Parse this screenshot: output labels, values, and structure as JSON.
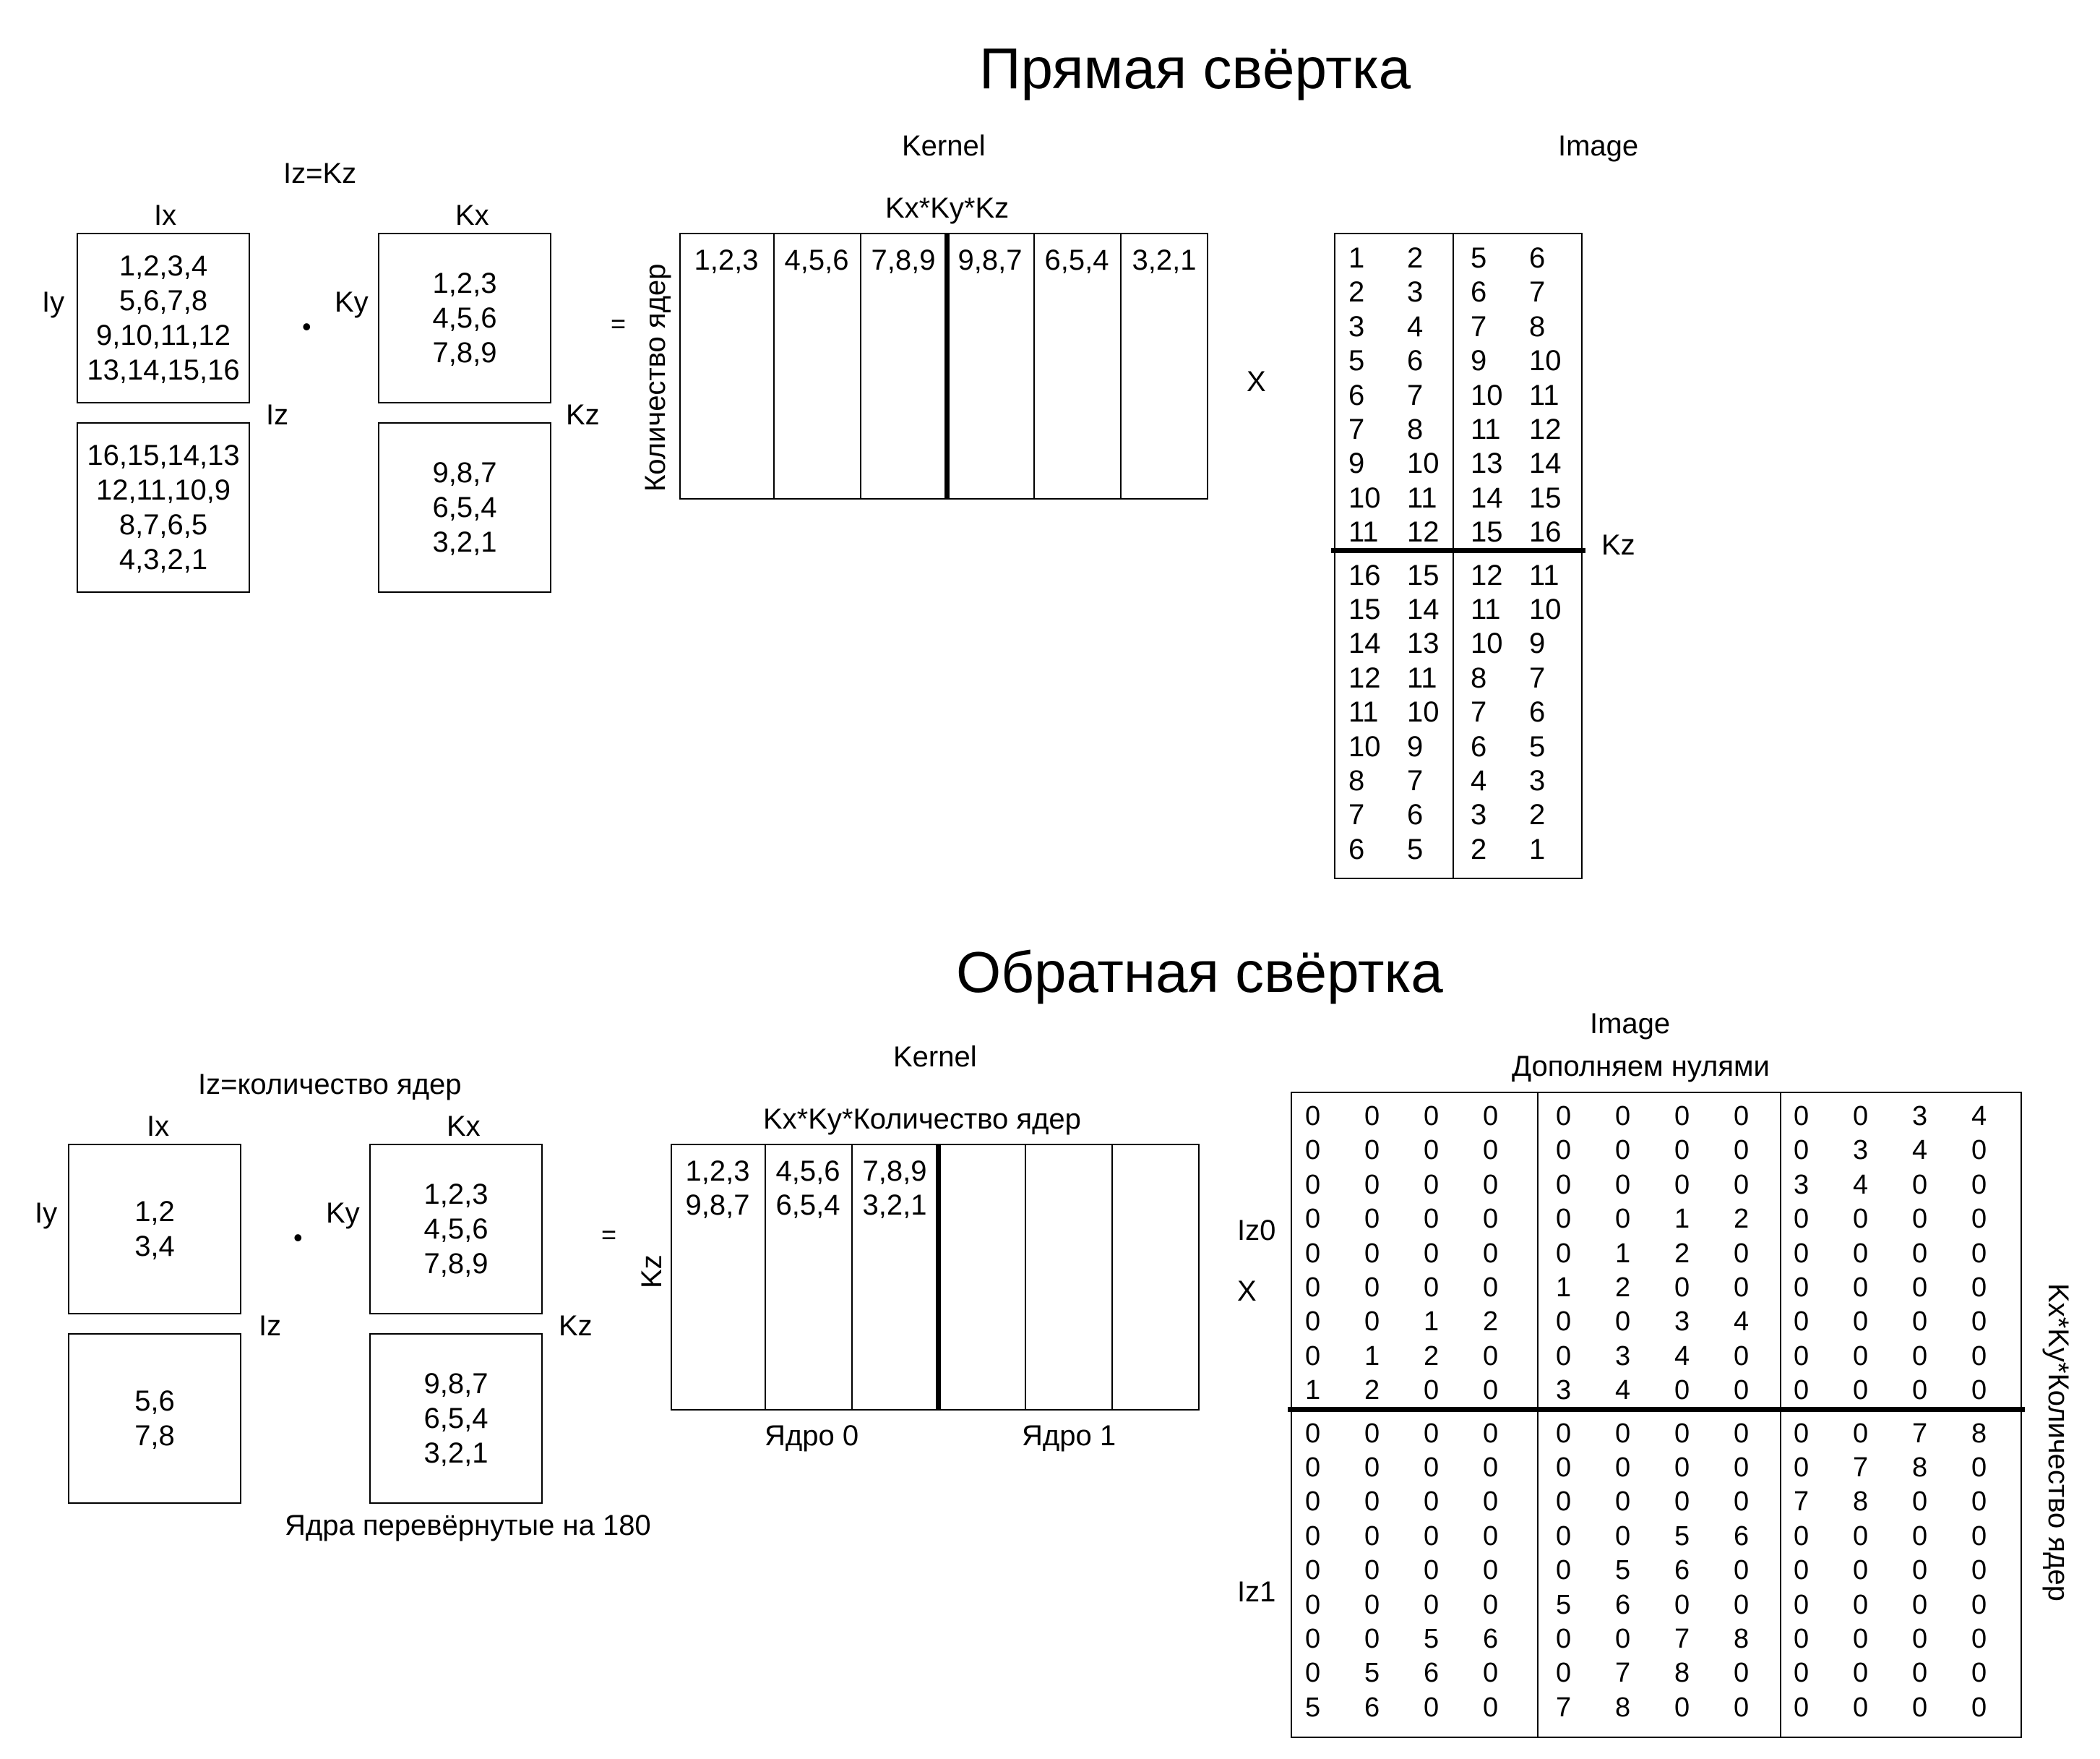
{
  "forward": {
    "title": "Прямая свёртка",
    "iz_eq": "Iz=Kz",
    "ix": "Ix",
    "iy": "Iy",
    "iz": "Iz",
    "kx": "Kx",
    "ky": "Ky",
    "kz": "Kz",
    "dot": "•",
    "equals": "=",
    "times": "X",
    "image_blocks": [
      [
        "1,2,3,4",
        "5,6,7,8",
        "9,10,11,12",
        "13,14,15,16"
      ],
      [
        "16,15,14,13",
        "12,11,10,9",
        "8,7,6,5",
        "4,3,2,1"
      ]
    ],
    "kernel_blocks": [
      [
        "1,2,3",
        "4,5,6",
        "7,8,9"
      ],
      [
        "9,8,7",
        "6,5,4",
        "3,2,1"
      ]
    ],
    "kernel_label": "Kernel",
    "kernel_dims": "Kx*Ky*Kz",
    "kernel_rows_label": "Количество ядер",
    "kernel_cells": [
      "1,2,3",
      "4,5,6",
      "7,8,9",
      "9,8,7",
      "6,5,4",
      "3,2,1"
    ],
    "image_label": "Image",
    "image_kz": "Kz",
    "image_matrix": [
      [
        "1",
        "2",
        "5",
        "6"
      ],
      [
        "2",
        "3",
        "6",
        "7"
      ],
      [
        "3",
        "4",
        "7",
        "8"
      ],
      [
        "5",
        "6",
        "9",
        "10"
      ],
      [
        "6",
        "7",
        "10",
        "11"
      ],
      [
        "7",
        "8",
        "11",
        "12"
      ],
      [
        "9",
        "10",
        "13",
        "14"
      ],
      [
        "10",
        "11",
        "14",
        "15"
      ],
      [
        "11",
        "12",
        "15",
        "16"
      ],
      [
        "16",
        "15",
        "12",
        "11"
      ],
      [
        "15",
        "14",
        "11",
        "10"
      ],
      [
        "14",
        "13",
        "10",
        "9"
      ],
      [
        "12",
        "11",
        "8",
        "7"
      ],
      [
        "11",
        "10",
        "7",
        "6"
      ],
      [
        "10",
        "9",
        "6",
        "5"
      ],
      [
        "8",
        "7",
        "4",
        "3"
      ],
      [
        "7",
        "6",
        "3",
        "2"
      ],
      [
        "6",
        "5",
        "2",
        "1"
      ]
    ]
  },
  "backward": {
    "title": "Обратная свёртка",
    "iz_eq": "Iz=количество ядер",
    "ix": "Ix",
    "iy": "Iy",
    "iz": "Iz",
    "kx": "Kx",
    "ky": "Ky",
    "kz": "Kz",
    "dot": "•",
    "equals": "=",
    "times": "X",
    "image_blocks": [
      [
        "1,2",
        "3,4"
      ],
      [
        "5,6",
        "7,8"
      ]
    ],
    "kernel_blocks": [
      [
        "1,2,3",
        "4,5,6",
        "7,8,9"
      ],
      [
        "9,8,7",
        "6,5,4",
        "3,2,1"
      ]
    ],
    "flipped_note": "Ядра перевёрнутые на 180",
    "kernel_label": "Kernel",
    "kernel_dims": "Kx*Ky*Количество ядер",
    "kernel_rows_label": "Kz",
    "kernel_cells": [
      [
        "1,2,3",
        "9,8,7"
      ],
      [
        "4,5,6",
        "6,5,4"
      ],
      [
        "7,8,9",
        "3,2,1"
      ],
      [],
      [],
      []
    ],
    "core0": "Ядро 0",
    "core1": "Ядро 1",
    "image_label": "Image",
    "padding_note": "Дополняем нулями",
    "iz0": "Iz0",
    "iz1": "Iz1",
    "side_label": "Kx*Ky*Количество ядер",
    "image_matrix": [
      [
        "0",
        "0",
        "0",
        "0",
        "0",
        "0",
        "0",
        "0",
        "0",
        "0",
        "3",
        "4"
      ],
      [
        "0",
        "0",
        "0",
        "0",
        "0",
        "0",
        "0",
        "0",
        "0",
        "3",
        "4",
        "0"
      ],
      [
        "0",
        "0",
        "0",
        "0",
        "0",
        "0",
        "0",
        "0",
        "3",
        "4",
        "0",
        "0"
      ],
      [
        "0",
        "0",
        "0",
        "0",
        "0",
        "0",
        "1",
        "2",
        "0",
        "0",
        "0",
        "0"
      ],
      [
        "0",
        "0",
        "0",
        "0",
        "0",
        "1",
        "2",
        "0",
        "0",
        "0",
        "0",
        "0"
      ],
      [
        "0",
        "0",
        "0",
        "0",
        "1",
        "2",
        "0",
        "0",
        "0",
        "0",
        "0",
        "0"
      ],
      [
        "0",
        "0",
        "1",
        "2",
        "0",
        "0",
        "3",
        "4",
        "0",
        "0",
        "0",
        "0"
      ],
      [
        "0",
        "1",
        "2",
        "0",
        "0",
        "3",
        "4",
        "0",
        "0",
        "0",
        "0",
        "0"
      ],
      [
        "1",
        "2",
        "0",
        "0",
        "3",
        "4",
        "0",
        "0",
        "0",
        "0",
        "0",
        "0"
      ],
      [
        "0",
        "0",
        "0",
        "0",
        "0",
        "0",
        "0",
        "0",
        "0",
        "0",
        "7",
        "8"
      ],
      [
        "0",
        "0",
        "0",
        "0",
        "0",
        "0",
        "0",
        "0",
        "0",
        "7",
        "8",
        "0"
      ],
      [
        "0",
        "0",
        "0",
        "0",
        "0",
        "0",
        "0",
        "0",
        "7",
        "8",
        "0",
        "0"
      ],
      [
        "0",
        "0",
        "0",
        "0",
        "0",
        "0",
        "5",
        "6",
        "0",
        "0",
        "0",
        "0"
      ],
      [
        "0",
        "0",
        "0",
        "0",
        "0",
        "5",
        "6",
        "0",
        "0",
        "0",
        "0",
        "0"
      ],
      [
        "0",
        "0",
        "0",
        "0",
        "5",
        "6",
        "0",
        "0",
        "0",
        "0",
        "0",
        "0"
      ],
      [
        "0",
        "0",
        "5",
        "6",
        "0",
        "0",
        "7",
        "8",
        "0",
        "0",
        "0",
        "0"
      ],
      [
        "0",
        "5",
        "6",
        "0",
        "0",
        "7",
        "8",
        "0",
        "0",
        "0",
        "0",
        "0"
      ],
      [
        "5",
        "6",
        "0",
        "0",
        "7",
        "8",
        "0",
        "0",
        "0",
        "0",
        "0",
        "0"
      ]
    ]
  }
}
